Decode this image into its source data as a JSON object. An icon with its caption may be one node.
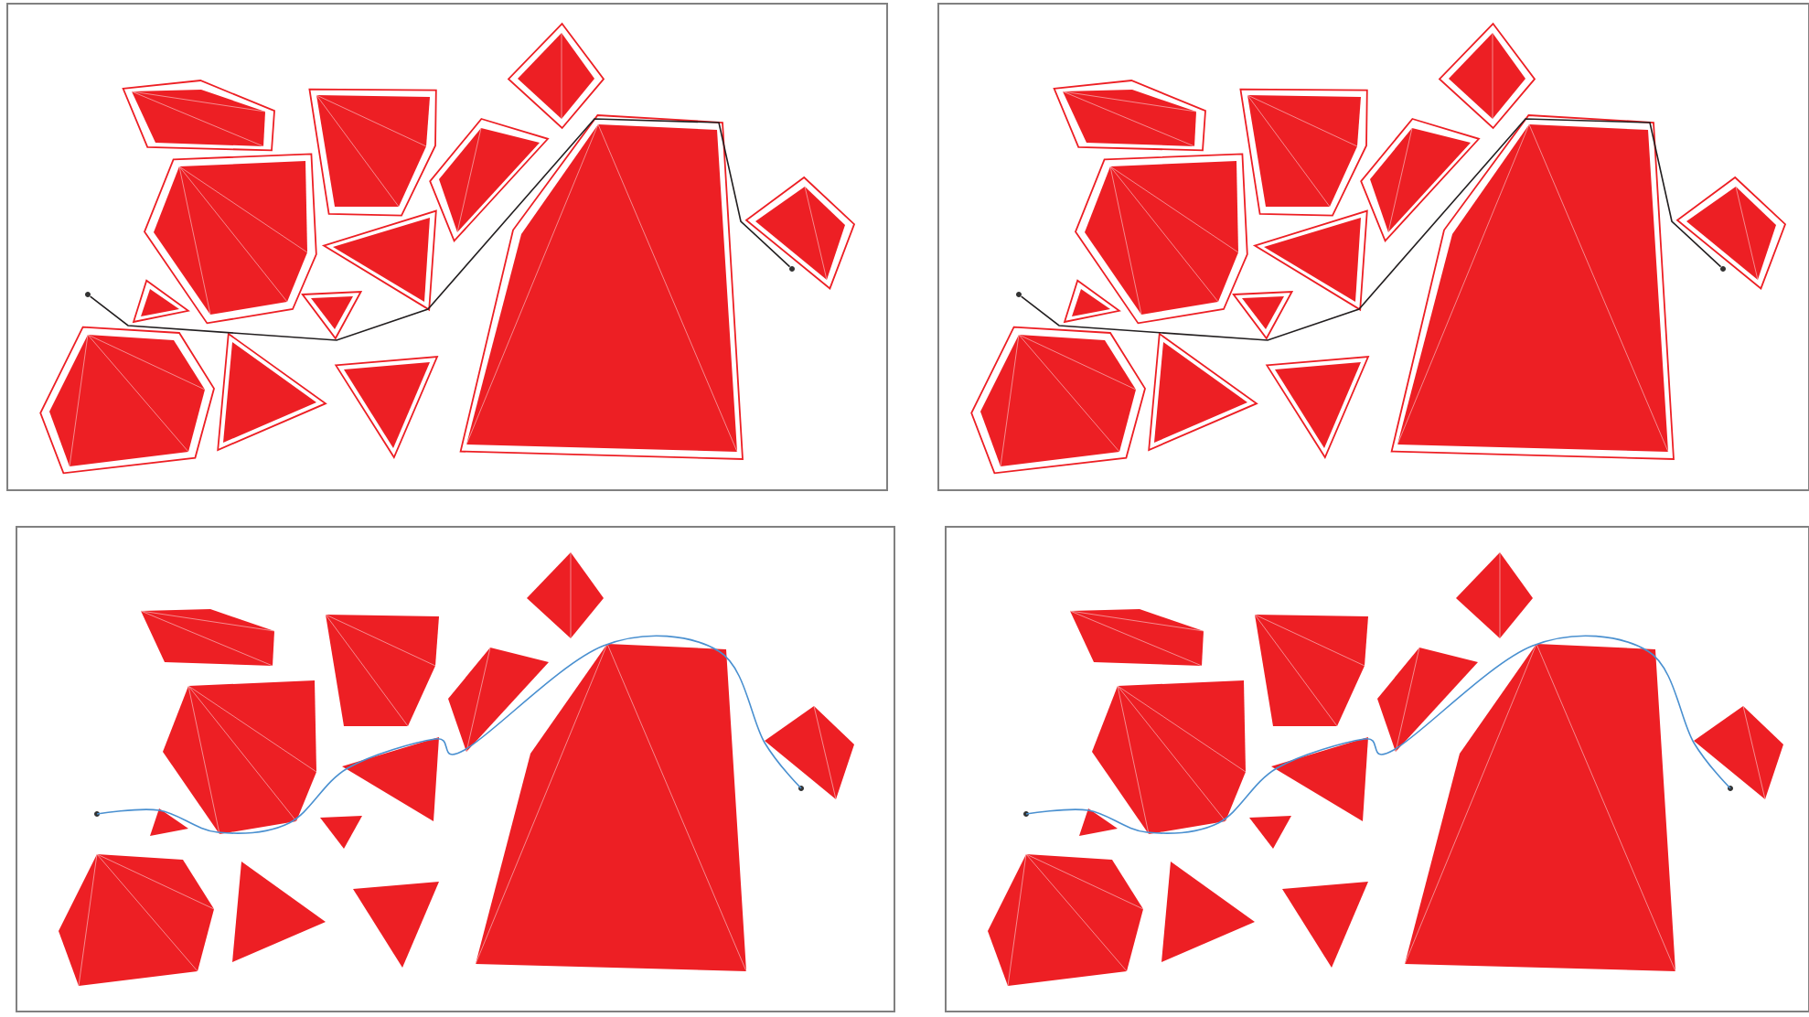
{
  "diagram": {
    "nodes": [
      {
        "text": [],
        "shape": "circle"
      },
      {
        "text": [],
        "shape": "circle"
      },
      {
        "text": [],
        "shape": "circle"
      },
      {
        "text": [],
        "shape": "circle"
      },
      {
        "text": [],
        "shape": "circle"
      },
      {
        "text": [],
        "shape": "circle"
      },
      {
        "text": [],
        "shape": "circle"
      },
      {
        "text": [],
        "shape": "circle"
      }
    ],
    "edges": [
      {
        "from": 0,
        "to": 1,
        "arrow": "none",
        "color": "#231f20"
      },
      {
        "from": 2,
        "to": 3,
        "arrow": "none",
        "color": "#231f20"
      },
      {
        "from": 4,
        "to": 5,
        "arrow": "none",
        "color": "#4a90d0"
      },
      {
        "from": 6,
        "to": 7,
        "arrow": "none",
        "color": "#4a90d0"
      }
    ]
  }
}
